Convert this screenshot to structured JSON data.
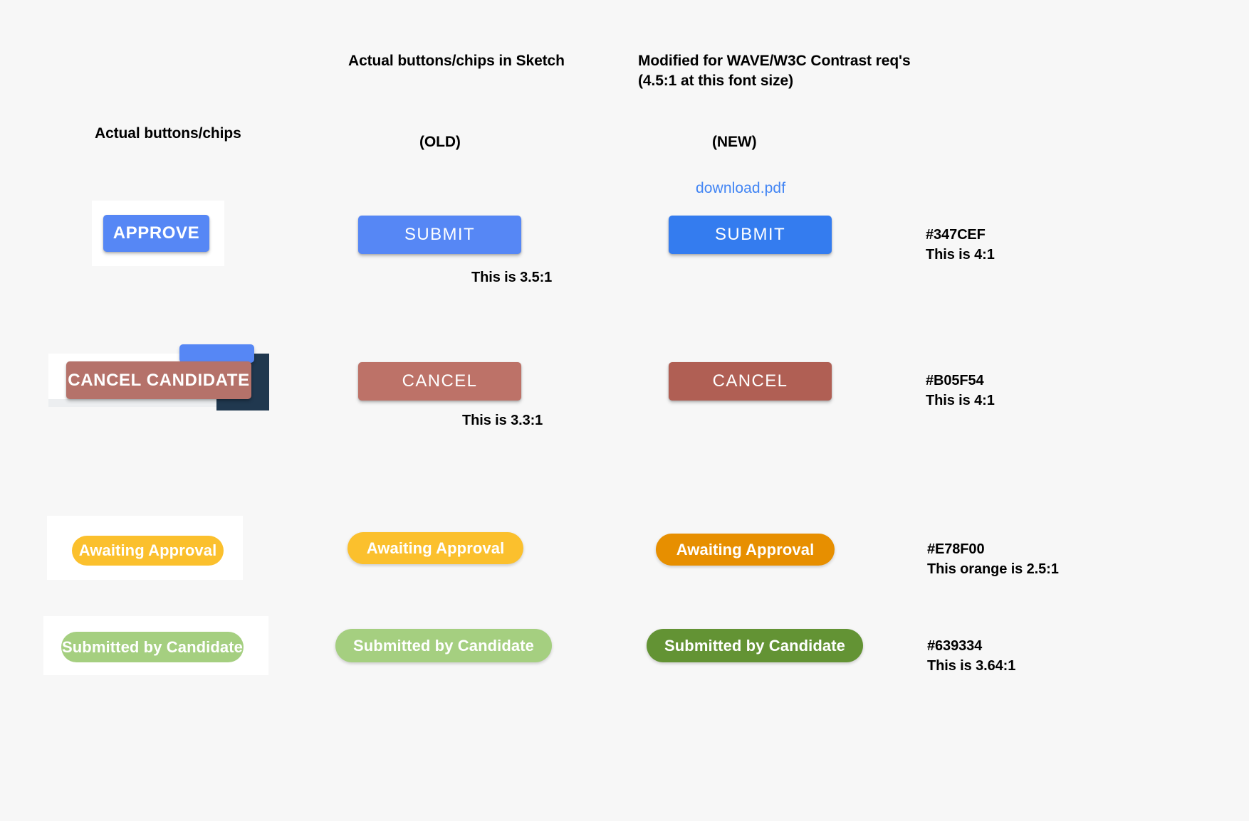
{
  "headings": {
    "left_column": "Actual buttons/chips",
    "middle_column": "Actual buttons/chips in Sketch",
    "middle_sub": "(OLD)",
    "right_column": "Modified for WAVE/W3C Contrast req's\n(4.5:1 at this font size)",
    "right_sub": "(NEW)"
  },
  "link": {
    "download_pdf": "download.pdf"
  },
  "rows": [
    {
      "id": "submit-row",
      "left_label": "APPROVE",
      "old_label": "SUBMIT",
      "new_label": "SUBMIT",
      "old_note": "This is 3.5:1",
      "new_note": "#347CEF\nThis is 4:1",
      "old_color": "#5687f5",
      "new_color": "#347cef",
      "left_color": "#5687f5"
    },
    {
      "id": "cancel-row",
      "left_label": "CANCEL CANDIDATE",
      "old_label": "CANCEL",
      "new_label": "CANCEL",
      "old_note": "This is 3.3:1",
      "new_note": "#B05F54\nThis is 4:1",
      "old_color": "#bd7268",
      "new_color": "#b05f54",
      "left_color": "#b5726a"
    },
    {
      "id": "awaiting-row",
      "left_label": "Awaiting Approval",
      "old_label": "Awaiting Approval",
      "new_label": "Awaiting Approval",
      "old_note": "",
      "new_note": "#E78F00\nThis orange is 2.5:1",
      "old_color": "#fbc02d",
      "new_color": "#e78f00",
      "left_color": "#fbc02d"
    },
    {
      "id": "submitted-row",
      "left_label": "Submitted by Candidate",
      "old_label": "Submitted by Candidate",
      "new_label": "Submitted by Candidate",
      "old_note": "",
      "new_note": "#639334\nThis is 3.64:1",
      "old_color": "#a5cf80",
      "new_color": "#639334",
      "left_color": "#a5cf80"
    }
  ],
  "colors": {
    "page_background": "#f7f7f7",
    "card_white": "#ffffff",
    "card_grey": "#eceef0",
    "dark_panel": "#20384f",
    "link_blue": "#4285f4",
    "text_black": "#000000"
  }
}
